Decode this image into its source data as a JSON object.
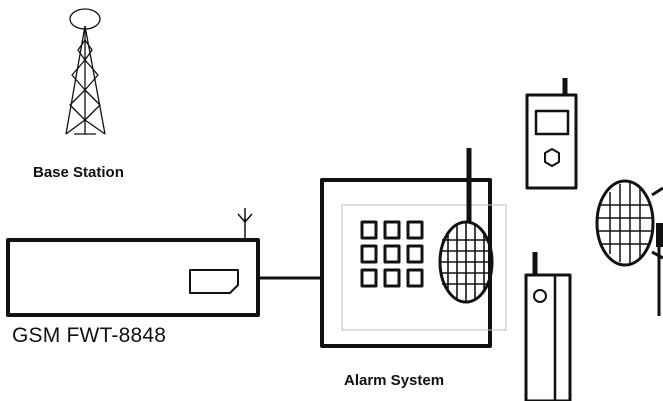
{
  "diagram": {
    "labels": {
      "base_station": "Base Station",
      "device": "GSM FWT-8848",
      "alarm_system": "Alarm System"
    },
    "nodes": [
      {
        "id": "base-station",
        "icon": "antenna-tower-icon"
      },
      {
        "id": "gsm-terminal",
        "icon": "fixed-wireless-terminal-icon"
      },
      {
        "id": "alarm-system",
        "icon": "alarm-control-panel-icon"
      },
      {
        "id": "remote-control",
        "icon": "remote-control-icon"
      },
      {
        "id": "door-sensor",
        "icon": "door-sensor-icon"
      },
      {
        "id": "siren",
        "icon": "siren-speaker-icon"
      }
    ],
    "connections": [
      {
        "from": "gsm-terminal",
        "to": "alarm-system",
        "type": "wire"
      }
    ],
    "colors": {
      "stroke": "#111111",
      "background": "#ffffff"
    }
  }
}
